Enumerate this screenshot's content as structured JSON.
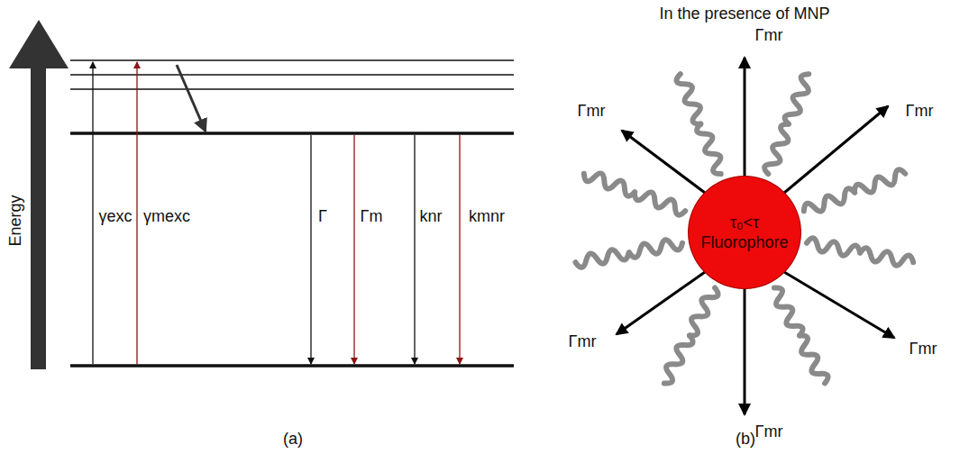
{
  "diagram": {
    "nodes": [
      {
        "text": [
          "τ₀<τ",
          "Fluorophore"
        ]
      }
    ],
    "labels": [
      "In the presence of MNP",
      "Energy",
      "γexc",
      "γmexc",
      "Γ",
      "Γm",
      "knr",
      "kmnr",
      "Γmr",
      "Γmr",
      "Γmr",
      "Γmr",
      "Γmr",
      "Γmr",
      "(a)",
      "(b)"
    ]
  }
}
